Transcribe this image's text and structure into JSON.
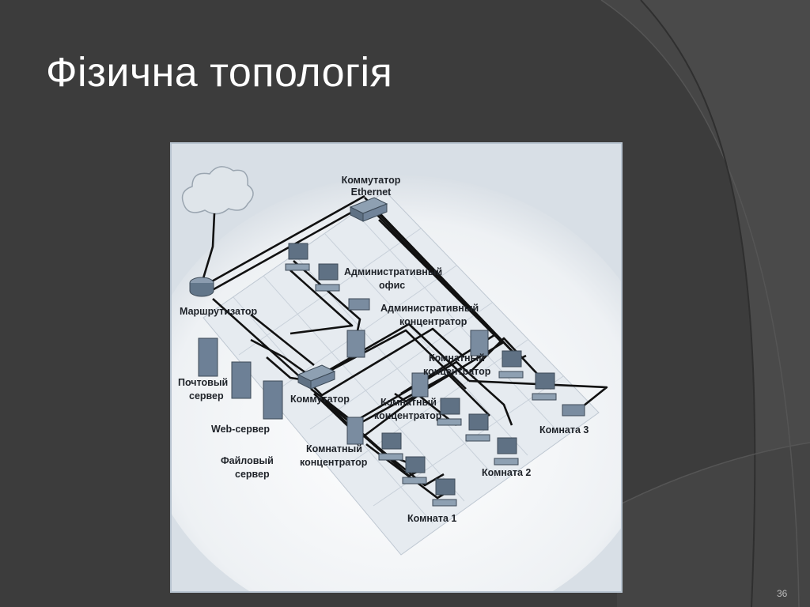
{
  "slide": {
    "title": "Фізична топологія",
    "page_number": "36"
  },
  "diagram": {
    "labels": {
      "ethernet_switch_line1": "Коммутатор",
      "ethernet_switch_line2": "Ethernet",
      "router": "Маршрутизатор",
      "admin_office_line1": "Административный",
      "admin_office_line2": "офис",
      "admin_hub_line1": "Административный",
      "admin_hub_line2": "концентратор",
      "room_hub_a_line1": "Комнатный",
      "room_hub_a_line2": "концентратор",
      "mail_server_line1": "Почтовый",
      "mail_server_line2": "сервер",
      "switch": "Коммутатор",
      "room_hub_b_line1": "Комнатный",
      "room_hub_b_line2": "концентратор",
      "web_server": "Web-сервер",
      "room_hub_c_line1": "Комнатный",
      "room_hub_c_line2": "концентратор",
      "file_server_line1": "Файловый",
      "file_server_line2": "сервер",
      "room_3": "Комната 3",
      "room_2": "Комната 2",
      "room_1": "Комната 1"
    }
  },
  "colors": {
    "slide_background": "#3c3c3c",
    "arc_shade": "#454545",
    "title_text": "#ffffff",
    "diagram_background": "#d8dfe6",
    "cable": "#111111",
    "device": "#6c7f93"
  }
}
